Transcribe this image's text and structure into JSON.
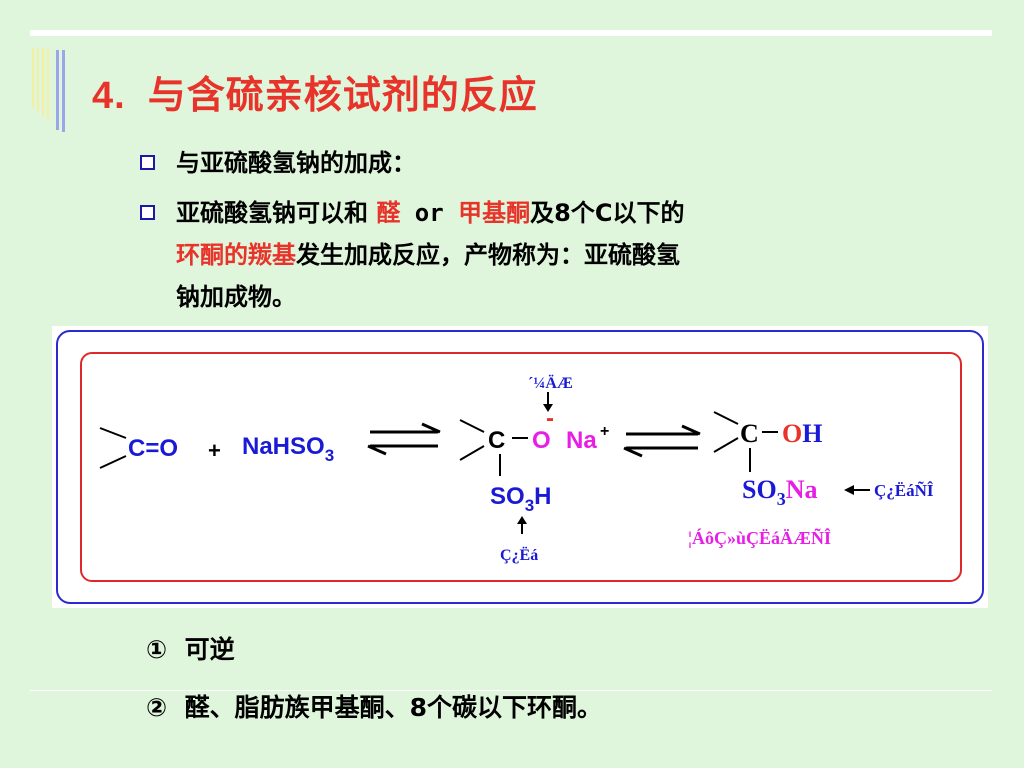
{
  "slide": {
    "number": "4.",
    "title": "与含硫亲核试剂的反应",
    "bullets": [
      {
        "text": "与亚硫酸氢钠的加成："
      },
      {
        "line1_a": "亚硫酸氢钠可以和 ",
        "line1_b": "醛",
        "line1_c": " or ",
        "line1_d": "甲基酮",
        "line1_e": "及8个C以下的",
        "line2_a": "环酮的羰基",
        "line2_b": "发生加成反应，产物称为：亚硫酸氢",
        "line3": "钠加成物。"
      }
    ],
    "notes": [
      {
        "mark": "①",
        "text": "可逆"
      },
      {
        "mark": "②",
        "text": "醛、脂肪族甲基酮、8个碳以下环酮。"
      }
    ]
  },
  "reaction": {
    "reactant1": "C=O",
    "plus": "+",
    "reactant2": {
      "main": "NaHSO",
      "sub": "3"
    },
    "intermediate": {
      "c": "C",
      "dash": "–",
      "o": "O",
      "minus": "-",
      "na": "Na",
      "plus": "+",
      "so3h_a": "SO",
      "so3h_sub": "3",
      "so3h_b": "H",
      "label_top": "´¼ÄÆ",
      "label_bottom": "Ç¿Ëá"
    },
    "product": {
      "c": "C",
      "dash": "–",
      "oh_o": "O",
      "oh_h": "H",
      "so3na_a": "SO",
      "so3na_sub": "3",
      "so3na_b": "Na",
      "label_right": "Ç¿ËáÑÎ",
      "label_bottom": "¦ÁôÇ»ùÇËáÄÆÑÎ"
    }
  },
  "colors": {
    "title": "#e8332a",
    "blue": "#1a1ad6",
    "magenta": "#e61ee6",
    "red": "#e8332a",
    "background": "#dff6dc"
  }
}
